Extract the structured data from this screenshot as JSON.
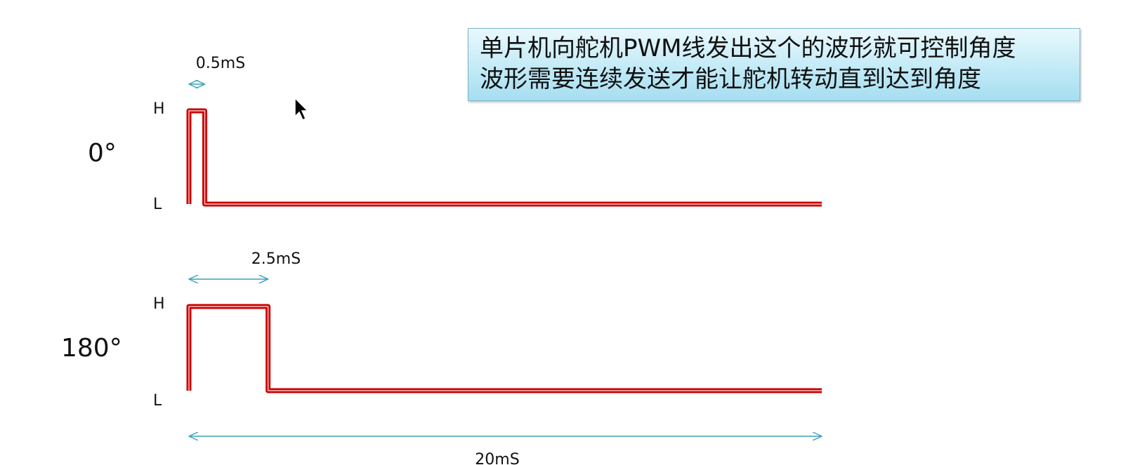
{
  "callout": {
    "line1": "单片机向舵机PWM线发出这个的波形就可控制角度",
    "line2": "波形需要连续发送才能让舵机转动直到达到角度"
  },
  "waveforms": [
    {
      "angle_label": "0°",
      "high_label": "H",
      "low_label": "L",
      "pulse_label": "0.5mS",
      "pulse_ms": 0.5
    },
    {
      "angle_label": "180°",
      "high_label": "H",
      "low_label": "L",
      "pulse_label": "2.5mS",
      "pulse_ms": 2.5
    }
  ],
  "period": {
    "label": "20mS",
    "ms": 20
  },
  "colors": {
    "signal": "#cc0000",
    "arrow": "#3aa0b8",
    "text": "#111111"
  },
  "icons": {
    "cursor": "mouse-pointer-icon"
  }
}
